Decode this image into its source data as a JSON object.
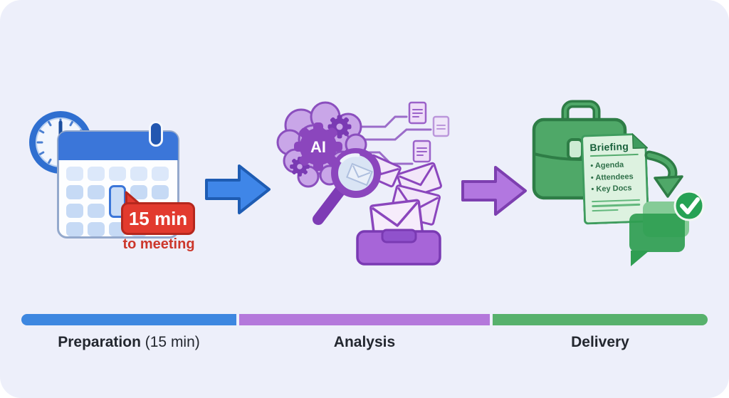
{
  "background": {
    "card_color": "#edeffa",
    "page_color": "#ffffff"
  },
  "stage1": {
    "name": "Preparation",
    "duration": " (15 min)",
    "badge_text": "15 min",
    "badge_subtext": "to meeting",
    "bar_color": "#3d87e0",
    "accent_red": "#e23a2e",
    "calendar_blue": "#3b76d9"
  },
  "stage2": {
    "name": "Analysis",
    "ai_label": "AI",
    "bar_color": "#b478db",
    "accent_purple": "#8b46bd"
  },
  "stage3": {
    "name": "Delivery",
    "doc_title": "Briefing",
    "doc_bullets": [
      "Agenda",
      "Attendees",
      "Key Docs"
    ],
    "bar_color": "#57b16c",
    "accent_green": "#2e7d46"
  }
}
